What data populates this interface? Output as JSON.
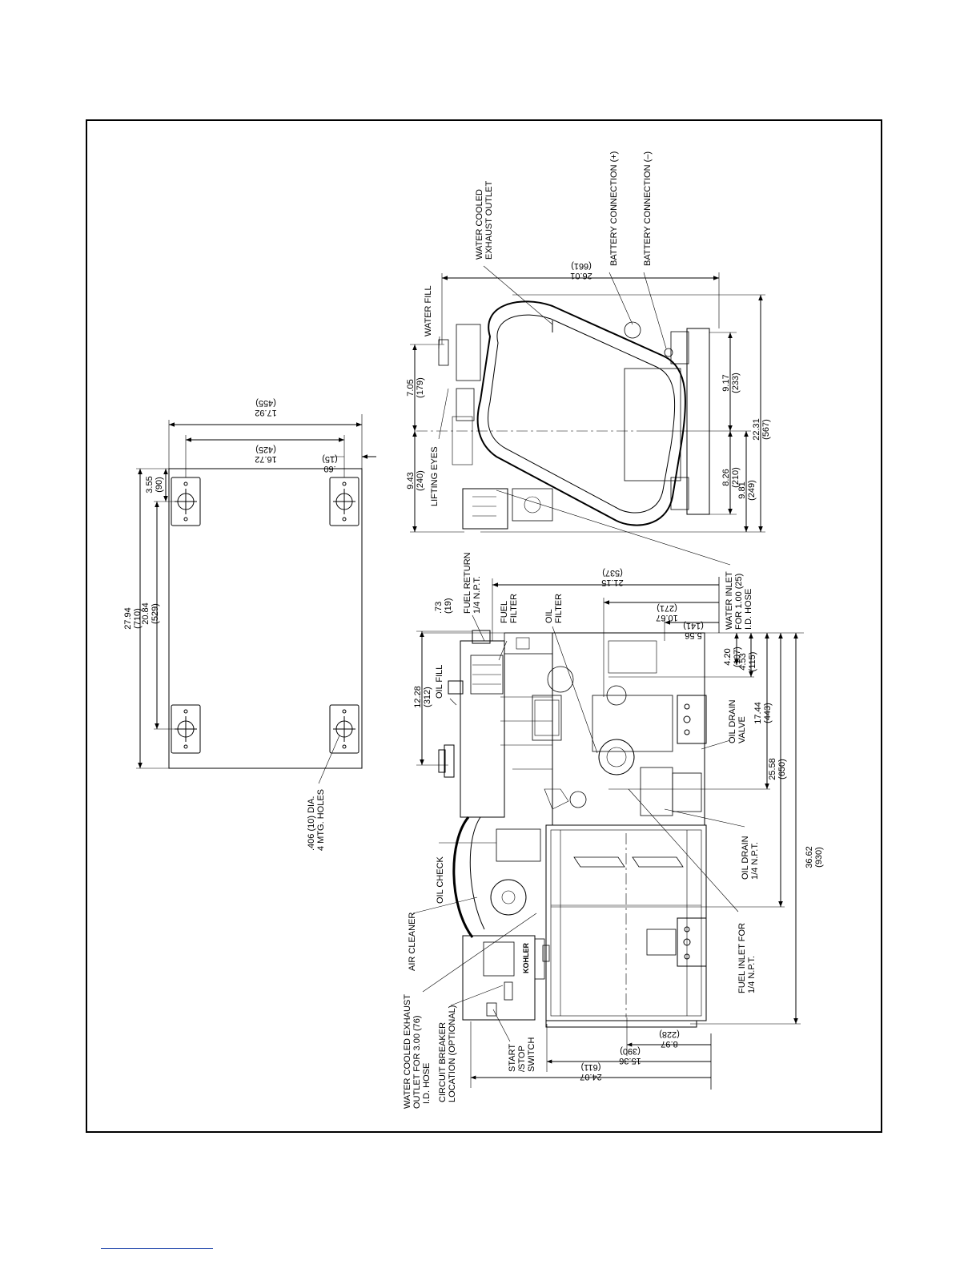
{
  "mount": {
    "d_27_94": [
      "27.94",
      "(710)"
    ],
    "d_20_84": [
      "20.84",
      "(529)"
    ],
    "d_3_55": [
      "3.55",
      "(90)"
    ],
    "d_17_92": [
      "17.92",
      "(455)"
    ],
    "d_16_72": [
      "16.72",
      "(425)"
    ],
    "d_60": [
      ".60",
      "(15)"
    ],
    "holes": [
      ".406 (10) DIA.",
      "4 MTG. HOLES"
    ]
  },
  "side": {
    "fuel_return": [
      "FUEL RETURN",
      "1/4 N.P.T."
    ],
    "d_73": [
      ".73",
      "(19)"
    ],
    "fuel_filter": [
      "FUEL",
      "FILTER"
    ],
    "oil_filter": [
      "OIL",
      "FILTER"
    ],
    "d_21_15": [
      "21.15",
      "(537)"
    ],
    "d_10_67": [
      "10.67",
      "(271)"
    ],
    "d_5_56": [
      "5.56",
      "(141)"
    ],
    "water_inlet": [
      "WATER INLET",
      "FOR 1.00 (25)",
      "I.D. HOSE"
    ],
    "d_12_28": [
      "12.28",
      "(312)"
    ],
    "oil_fill": "OIL FILL",
    "d_4_20": [
      "4.20",
      "(107)"
    ],
    "d_4_53": [
      "4.53",
      "(115)"
    ],
    "oil_drain_valve": [
      "OIL DRAIN",
      "VALVE"
    ],
    "d_17_44": [
      "17.44",
      "(443)"
    ],
    "d_25_58": [
      "25.58",
      "(650)"
    ],
    "oil_drain": [
      "OIL DRAIN",
      "1/4 N.P.T."
    ],
    "d_36_62": [
      "36.62",
      "(930)"
    ],
    "oil_check": "OIL CHECK",
    "air_cleaner": "AIR CLEANER",
    "exhaust_outlet": [
      "WATER COOLED EXHAUST",
      "OUTLET FOR 3.00 (76)",
      "I.D. HOSE"
    ],
    "breaker": [
      "CIRCUIT BREAKER",
      "LOCATION (OPTIONAL)"
    ],
    "start_stop": [
      "START",
      "/STOP",
      "SWITCH"
    ],
    "fuel_inlet": [
      "FUEL INLET FOR",
      "1/4 N.P.T."
    ],
    "d_24_07": [
      "24.07",
      "(611)"
    ],
    "d_15_36": [
      "15.36",
      "(390)"
    ],
    "d_8_97": [
      "8.97",
      "(228)"
    ],
    "brand": "KOHLER"
  },
  "end": {
    "water_fill": "WATER FILL",
    "exhaust_outlet": [
      "WATER COOLED",
      "EXHAUST OUTLET"
    ],
    "batt_pos": "BATTERY CONNECTION (+)",
    "batt_neg": "BATTERY CONNECTION (–)",
    "d_26_01": [
      "26.01",
      "(661)"
    ],
    "d_7_05": [
      "7.05",
      "(179)"
    ],
    "d_9_43": [
      "9.43",
      "(240)"
    ],
    "lifting_eyes": "LIFTING EYES",
    "d_9_17": [
      "9.17",
      "(233)"
    ],
    "d_22_31": [
      "22.31",
      "(567)"
    ],
    "d_8_26": [
      "8.26",
      "(210)"
    ],
    "d_9_81": [
      "9.81",
      "(249)"
    ]
  }
}
